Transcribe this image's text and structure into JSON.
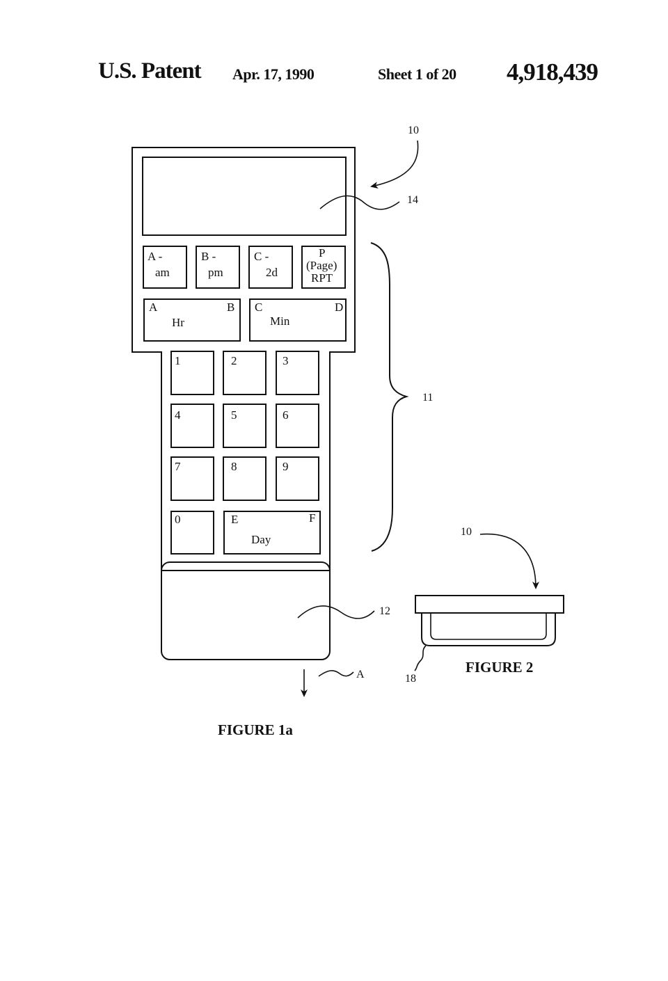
{
  "header": {
    "title": "U.S. Patent",
    "date": "Apr. 17, 1990",
    "sheet": "Sheet 1 of 20",
    "patent_number": "4,918,439"
  },
  "device": {
    "func_keys": [
      {
        "top": "A -",
        "bottom": "am"
      },
      {
        "top": "B -",
        "bottom": "pm"
      },
      {
        "top": "C -",
        "bottom": "2d"
      },
      {
        "top": "P",
        "middle": "(Page)",
        "bottom": "RPT"
      }
    ],
    "hr_key": {
      "left": "A",
      "right": "B",
      "label": "Hr"
    },
    "min_key": {
      "left": "C",
      "right": "D",
      "label": "Min"
    },
    "digit_keys": [
      "1",
      "2",
      "3",
      "4",
      "5",
      "6",
      "7",
      "8",
      "9",
      "0"
    ],
    "day_key": {
      "left": "E",
      "right": "F",
      "label": "Day"
    }
  },
  "refs": {
    "device_top": "10",
    "display": "14",
    "keypad": "11",
    "lower_panel": "12",
    "direction": "A",
    "device_side": "10",
    "bottom_part": "18"
  },
  "captions": {
    "fig1": "FIGURE 1a",
    "fig2": "FIGURE 2"
  }
}
